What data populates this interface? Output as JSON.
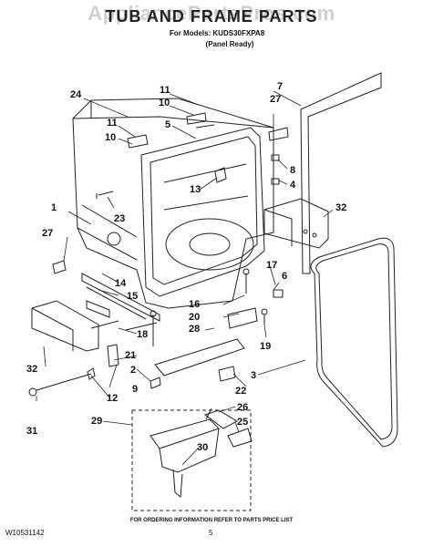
{
  "watermark": "AppliancePartsPros.com",
  "header": {
    "title": "TUB AND FRAME PARTS",
    "models_line": "For Models: KUDS30FXPA8",
    "variant_line": "(Panel Ready)"
  },
  "callouts": {
    "c1": "1",
    "c2": "2",
    "c3": "3",
    "c4": "4",
    "c5": "5",
    "c6": "6",
    "c7": "7",
    "c8": "8",
    "c9": "9",
    "c10a": "10",
    "c10b": "10",
    "c11a": "11",
    "c11b": "11",
    "c12": "12",
    "c13": "13",
    "c14": "14",
    "c15": "15",
    "c16": "16",
    "c17": "17",
    "c18": "18",
    "c19": "19",
    "c20": "20",
    "c21": "21",
    "c22": "22",
    "c23": "23",
    "c24": "24",
    "c25": "25",
    "c26": "26",
    "c27a": "27",
    "c27b": "27",
    "c28": "28",
    "c29": "29",
    "c30": "30",
    "c31": "31",
    "c32a": "32",
    "c32b": "32"
  },
  "footer": {
    "order_note": "FOR ORDERING INFORMATION REFER TO PARTS PRICE LIST",
    "doc_number": "W10531142",
    "page_number": "5"
  }
}
